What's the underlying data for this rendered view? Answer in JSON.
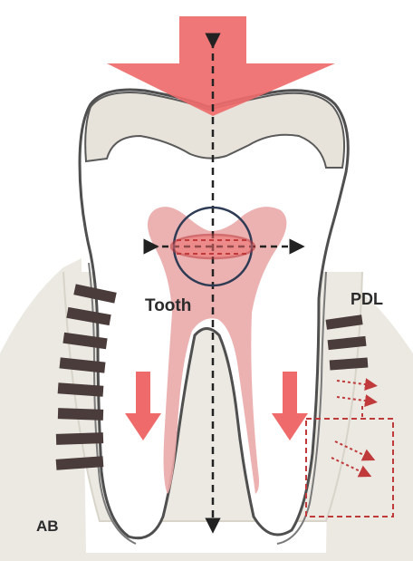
{
  "diagram": {
    "labels": {
      "tooth": "Tooth",
      "pdl": "PDL",
      "ab": "AB"
    },
    "icons": {
      "occlusal_force": "down-arrow-icon",
      "center_of_resistance": "sphere-icon"
    },
    "colors": {
      "force_red": "#ef6b6b",
      "pulp_pink": "#eaa8a8",
      "enamel_beige": "#e7e3da",
      "bone_beige": "#ebe9e2",
      "pdl_bar": "#4a3c3a",
      "outline": "#5a5a5a"
    }
  }
}
